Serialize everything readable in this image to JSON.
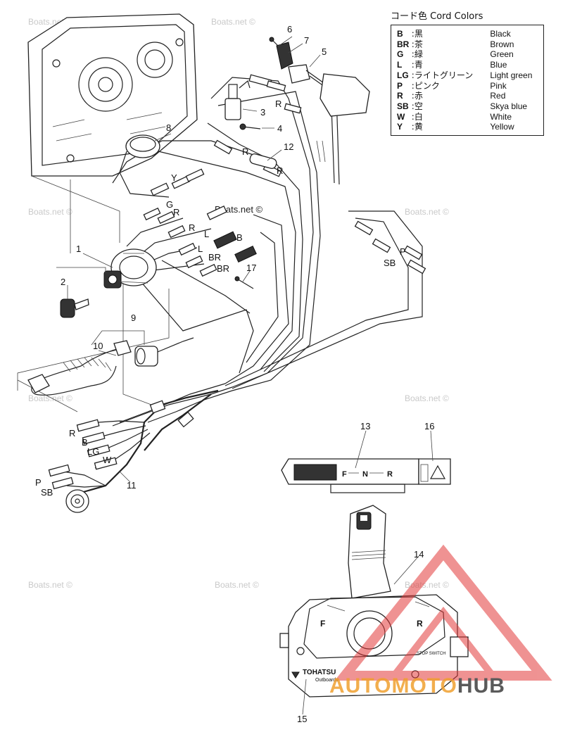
{
  "legend": {
    "title": "コード色 Cord Colors",
    "rows": [
      {
        "code": "B",
        "jp": ":黒",
        "en": "Black"
      },
      {
        "code": "BR",
        "jp": ":茶",
        "en": "Brown"
      },
      {
        "code": "G",
        "jp": ":緑",
        "en": "Green"
      },
      {
        "code": "L",
        "jp": ":青",
        "en": "Blue"
      },
      {
        "code": "LG",
        "jp": ":ライトグリーン",
        "en": "Light green"
      },
      {
        "code": "P",
        "jp": ":ピンク",
        "en": "Pink"
      },
      {
        "code": "R",
        "jp": ":赤",
        "en": "Red"
      },
      {
        "code": "SB",
        "jp": ":空",
        "en": "Skya blue"
      },
      {
        "code": "W",
        "jp": ":白",
        "en": "White"
      },
      {
        "code": "Y",
        "jp": ":黄",
        "en": "Yellow"
      }
    ]
  },
  "callouts": {
    "c1": "1",
    "c2": "2",
    "c3": "3",
    "c4": "4",
    "c5": "5",
    "c6": "6",
    "c7": "7",
    "c8": "8",
    "c9": "9",
    "c10": "10",
    "c11": "11",
    "c12": "12",
    "c13": "13",
    "c14": "14",
    "c15": "15",
    "c16": "16",
    "c17": "17"
  },
  "wires": {
    "r_top": "R",
    "r_mid": "R",
    "r_12": "R",
    "y": "Y",
    "g": "G",
    "r_left": "R",
    "r_sw": "R",
    "l1": "L",
    "l2": "L",
    "b_sw": "B",
    "br1": "BR",
    "br2": "BR",
    "p_right": "P",
    "sb_right": "SB",
    "r_low": "R",
    "b_low": "B",
    "lg_low": "LG",
    "w_low": "W",
    "p_low": "P",
    "sb_low": "SB"
  },
  "shift_labels": {
    "f": "F",
    "n": "N",
    "r": "R"
  },
  "control_labels": {
    "f": "F",
    "r": "R",
    "brand": "TOHATSU",
    "brand_sub": "Outboards",
    "stop": "STOP SWITCH"
  },
  "watermark": "Boats.net ©",
  "logo": {
    "part1": "AUTOMOTO",
    "part2": "HUB"
  },
  "colors": {
    "logo_accent": "#f0a030",
    "logo_red": "#e23a3a",
    "logo_dark": "#5a5a5a"
  }
}
